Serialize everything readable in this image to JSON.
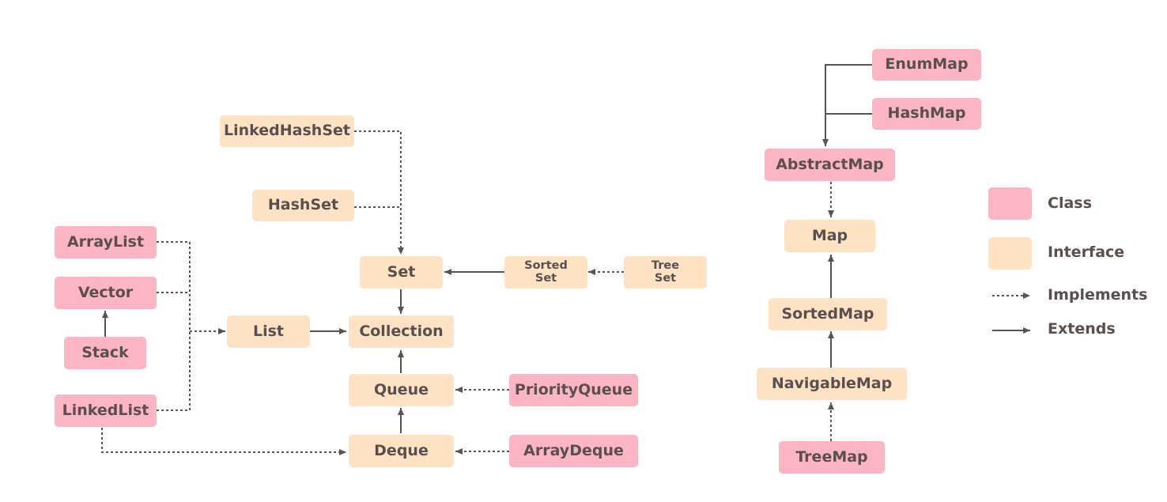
{
  "colors": {
    "class": "#fbb5c5",
    "interface": "#fde3c4",
    "line": "#555555",
    "text": "#5a4f4f"
  },
  "nodes": {
    "linkedhashset": "LinkedHashSet",
    "hashset": "HashSet",
    "arraylist": "ArrayList",
    "vector": "Vector",
    "stack": "Stack",
    "linkedlist": "LinkedList",
    "list": "List",
    "set": "Set",
    "sortedset": "Sorted\nSet",
    "treeset": "Tree\nSet",
    "collection": "Collection",
    "queue": "Queue",
    "priorityqueue": "PriorityQueue",
    "deque": "Deque",
    "arraydeque": "ArrayDeque",
    "enummap": "EnumMap",
    "hashmap": "HashMap",
    "abstractmap": "AbstractMap",
    "map": "Map",
    "sortedmap": "SortedMap",
    "navigablemap": "NavigableMap",
    "treemap": "TreeMap"
  },
  "legend": {
    "class": "Class",
    "interface": "Interface",
    "implements": "Implements",
    "extends": "Extends"
  }
}
